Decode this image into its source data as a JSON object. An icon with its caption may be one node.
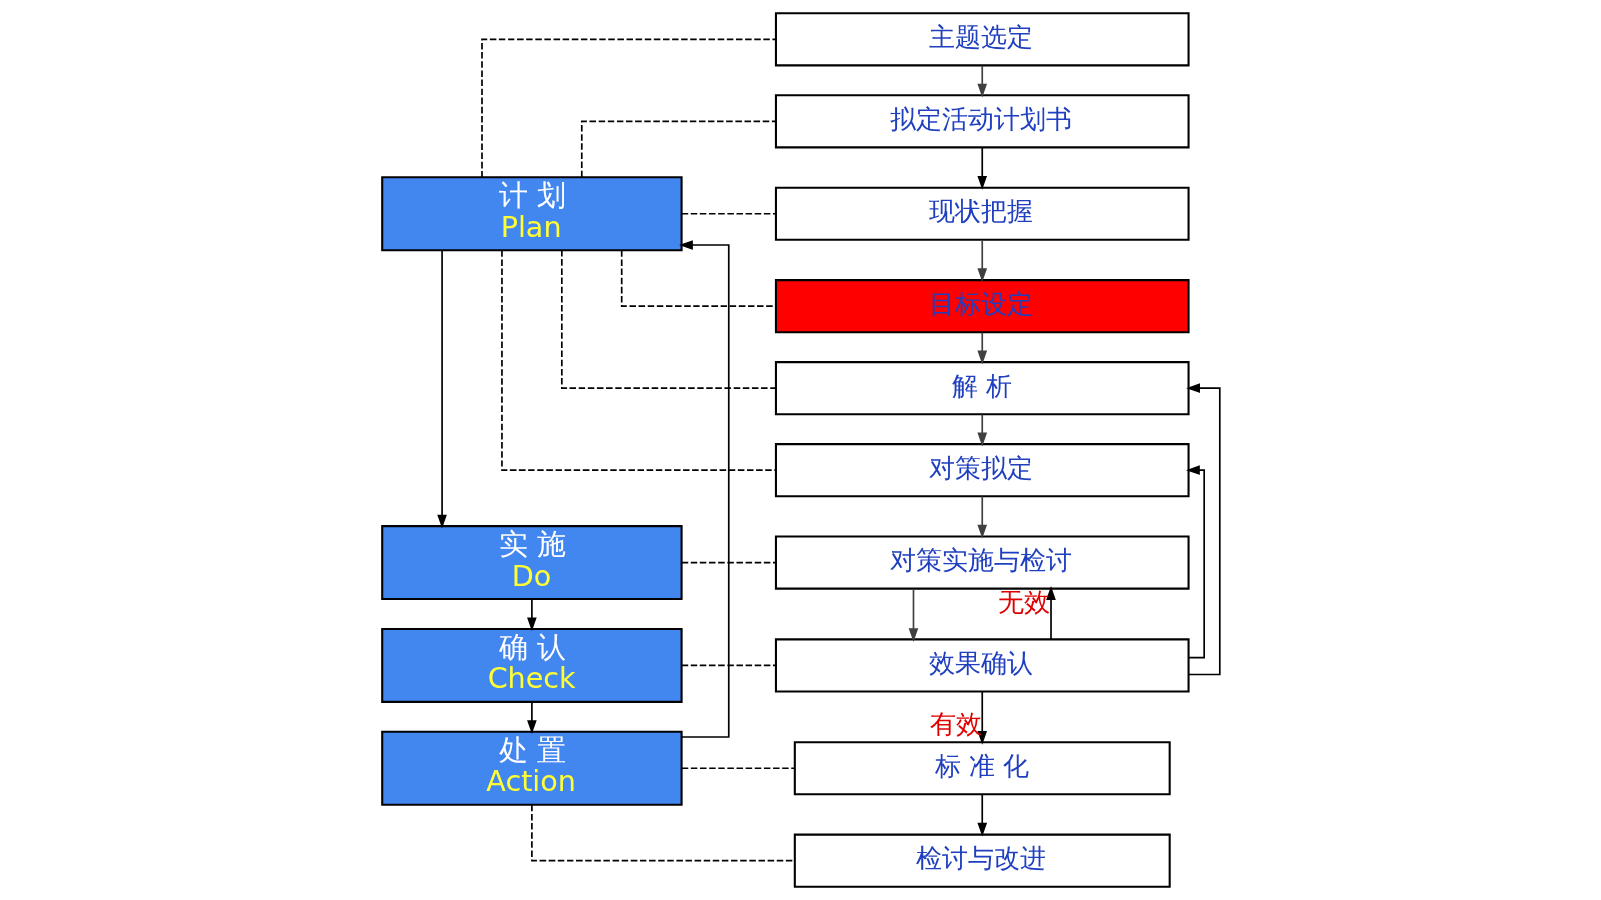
{
  "diagram": {
    "nodes": [
      {
        "text": [
          "计 划",
          "Plan"
        ]
      },
      {
        "text": [
          "实 施",
          "Do"
        ]
      },
      {
        "text": [
          "确 认",
          "Check"
        ]
      },
      {
        "text": [
          "处 置",
          "Action"
        ]
      },
      {
        "text": [
          "主题选定"
        ]
      },
      {
        "text": [
          "拟定活动计划书"
        ]
      },
      {
        "text": [
          "现状把握"
        ]
      },
      {
        "text": [
          "目标设定"
        ]
      },
      {
        "text": [
          "解 析"
        ]
      },
      {
        "text": [
          "对策拟定"
        ]
      },
      {
        "text": [
          "对策实施与检讨"
        ]
      },
      {
        "text": [
          "效果确认"
        ]
      },
      {
        "text": [
          "标 准 化"
        ]
      },
      {
        "text": [
          "检讨与改进"
        ]
      }
    ],
    "edges": [
      {
        "from": 0,
        "to": 1,
        "arrow": "to"
      },
      {
        "from": 1,
        "to": 2,
        "arrow": "to"
      },
      {
        "from": 2,
        "to": 3,
        "arrow": "to"
      },
      {
        "from": 3,
        "to": 0,
        "arrow": "to"
      },
      {
        "from": 4,
        "to": 5,
        "arrow": "to",
        "color": "#404040"
      },
      {
        "from": 5,
        "to": 6,
        "arrow": "to"
      },
      {
        "from": 6,
        "to": 7,
        "arrow": "to",
        "color": "#404040"
      },
      {
        "from": 7,
        "to": 8,
        "arrow": "to",
        "color": "#404040"
      },
      {
        "from": 8,
        "to": 9,
        "arrow": "to",
        "color": "#404040"
      },
      {
        "from": 9,
        "to": 10,
        "arrow": "to",
        "color": "#404040"
      },
      {
        "from": 10,
        "to": 11,
        "arrow": "to",
        "color": "#404040"
      },
      {
        "from": 11,
        "to": 12,
        "arrow": "to",
        "label": "有效"
      },
      {
        "from": 12,
        "to": 13,
        "arrow": "to"
      },
      {
        "from": 11,
        "to": 10,
        "arrow": "to",
        "label": "无效"
      },
      {
        "from": 11,
        "to": 9,
        "arrow": "to"
      },
      {
        "from": 11,
        "to": 8,
        "arrow": "to"
      },
      {
        "from": 0,
        "to": 4,
        "arrow": "none",
        "style": "dashed"
      },
      {
        "from": 0,
        "to": 5,
        "arrow": "none",
        "style": "dashed"
      },
      {
        "from": 0,
        "to": 6,
        "arrow": "none",
        "style": "dashed"
      },
      {
        "from": 0,
        "to": 7,
        "arrow": "none",
        "style": "dashed"
      },
      {
        "from": 0,
        "to": 8,
        "arrow": "none",
        "style": "dashed"
      },
      {
        "from": 0,
        "to": 9,
        "arrow": "none",
        "style": "dashed"
      },
      {
        "from": 1,
        "to": 10,
        "arrow": "none",
        "style": "dashed"
      },
      {
        "from": 2,
        "to": 11,
        "arrow": "none",
        "style": "dashed"
      },
      {
        "from": 3,
        "to": 12,
        "arrow": "none",
        "style": "dashed"
      },
      {
        "from": 3,
        "to": 13,
        "arrow": "none",
        "style": "dashed"
      }
    ]
  }
}
